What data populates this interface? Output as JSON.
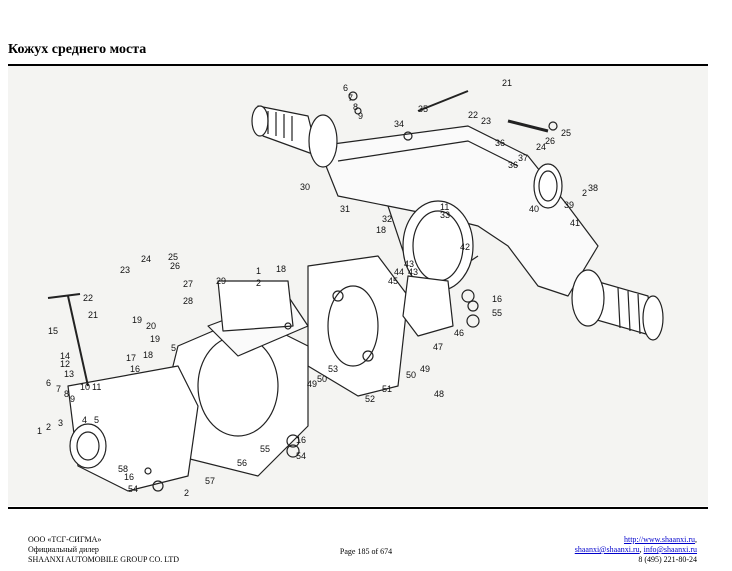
{
  "page": {
    "title": "Кожух среднего моста"
  },
  "diagram": {
    "callouts": [
      "1",
      "2",
      "3",
      "4",
      "5",
      "6",
      "7",
      "8",
      "9",
      "10",
      "11",
      "12",
      "13",
      "14",
      "15",
      "16",
      "17",
      "18",
      "19",
      "20",
      "21",
      "22",
      "23",
      "24",
      "25",
      "26",
      "27",
      "28",
      "29",
      "30",
      "31",
      "32",
      "33",
      "34",
      "35",
      "36",
      "37",
      "38",
      "39",
      "40",
      "41",
      "42",
      "43",
      "44",
      "45",
      "46",
      "47",
      "48",
      "49",
      "50",
      "51",
      "52",
      "53",
      "54",
      "55",
      "56",
      "57",
      "58"
    ]
  },
  "footer": {
    "company": "ООО «ТСГ-СИГМА»",
    "dealer": "Официальный дилер",
    "manufacturer": "SHAANXI AUTOMOBILE GROUP CO. LTD",
    "page_info": "Page 185 of 674",
    "website": "http://www.shaanxi.ru",
    "website_suffix": ",",
    "email1": "shaanxi@shaanxi.ru",
    "email_sep": ", ",
    "email2": "info@shaanxi.ru",
    "phone": "8 (495) 221-80-24"
  }
}
